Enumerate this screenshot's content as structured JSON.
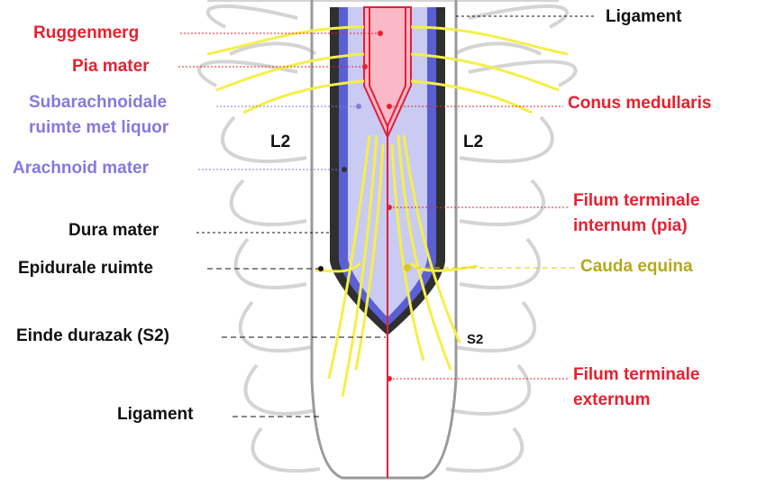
{
  "labels": {
    "ligament_top": "Ligament",
    "ruggenmerg": "Ruggenmerg",
    "pia_mater": "Pia mater",
    "subarachnoidale_1": "Subarachnoidale",
    "subarachnoidale_2": "ruimte met liquor",
    "arachnoid_mater": "Arachnoid mater",
    "dura_mater": "Dura mater",
    "epidurale_ruimte": "Epidurale ruimte",
    "einde_durazak": "Einde durazak (S2)",
    "ligament_bottom": "Ligament",
    "conus_medullaris": "Conus medullaris",
    "l2_left": "L2",
    "l2_right": "L2",
    "filum_internum_1": "Filum terminale",
    "filum_internum_2": "internum (pia)",
    "cauda_equina": "Cauda equina",
    "s2": "S2",
    "filum_externum_1": "Filum terminale",
    "filum_externum_2": "externum"
  },
  "colors": {
    "red_label": "#e8202f",
    "blue_label": "#8479e0",
    "black_label": "#111111",
    "yellow_label": "#b5a81b",
    "cord_fill": "#f9b9c6",
    "csf_fill": "#c9cbf2",
    "arachnoid": "#5a5fd4",
    "dura": "#2f2f2f",
    "nerves": "#f5ef4a",
    "bones": "#cfcfcf"
  }
}
